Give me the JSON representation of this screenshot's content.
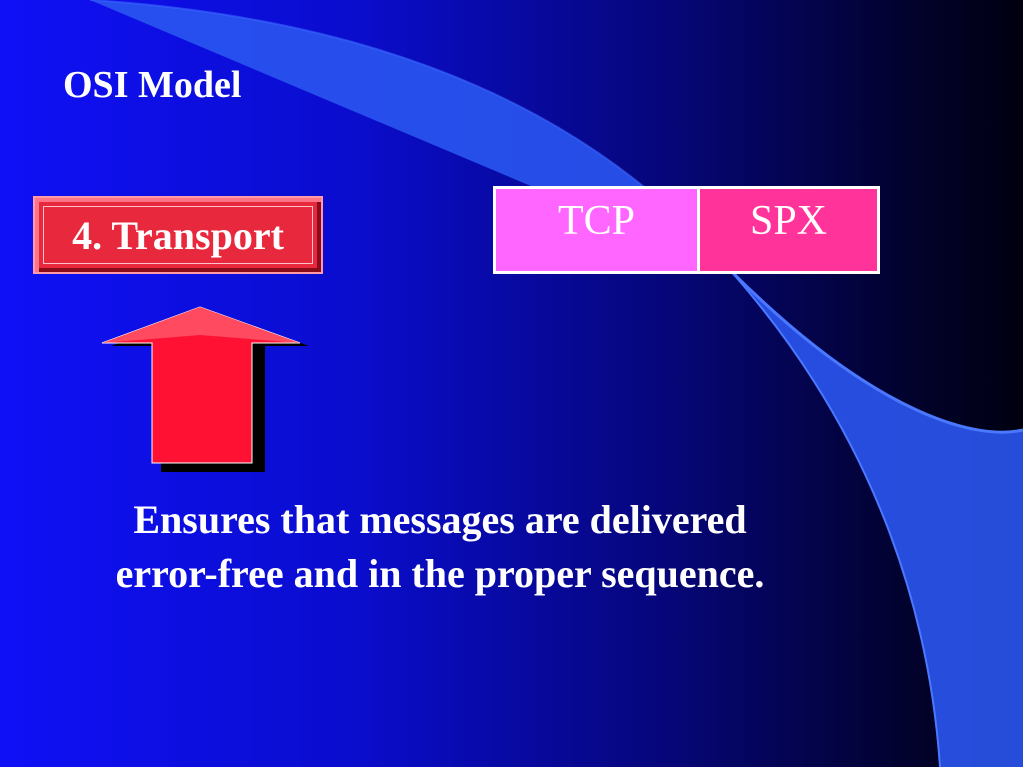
{
  "slide": {
    "title": "OSI Model",
    "layer_label": "4. Transport",
    "protocols": [
      {
        "label": "TCP",
        "color": "#ff66ff"
      },
      {
        "label": "SPX",
        "color": "#ff3399"
      }
    ],
    "description_line1": "Ensures that messages are delivered",
    "description_line2": "error-free and in the proper sequence.",
    "arrow_icon": "up-arrow-icon",
    "colors": {
      "layer_box": "#e8283c",
      "arrow": "#ff1133",
      "background": "#0f10f6",
      "swoosh": "#3366ff"
    }
  }
}
